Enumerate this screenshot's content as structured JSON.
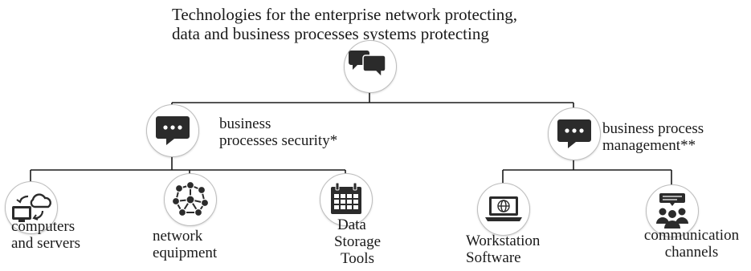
{
  "title": {
    "line1": "Technologies for  the enterprise network protecting,",
    "line2": "data and business processes systems protecting"
  },
  "nodes": {
    "bps": {
      "line1": "business",
      "line2": "processes security*",
      "icon": "chat-bubble-icon"
    },
    "bpm": {
      "line1": "business process",
      "line2": "management**",
      "icon": "chat-bubble-icon"
    },
    "cs": {
      "line1": "computers",
      "line2": "and servers",
      "icon": "cloud-computer-icon"
    },
    "ne": {
      "line1": "network",
      "line2": "equipment",
      "icon": "network-nodes-icon"
    },
    "dst": {
      "line1": "Data",
      "line2": "Storage",
      "line3": "Tools",
      "icon": "calendar-grid-icon"
    },
    "ws": {
      "line1": "Workstation",
      "line2": "Software",
      "icon": "laptop-globe-icon"
    },
    "cc": {
      "line1": "communication",
      "line2": "channels",
      "icon": "people-group-icon"
    }
  },
  "root": {
    "icon": "chat-bubbles-icon"
  },
  "colors": {
    "line": "#1a1a1a",
    "icon": "#2b2b2b",
    "circle_border": "#bdbdbd"
  }
}
